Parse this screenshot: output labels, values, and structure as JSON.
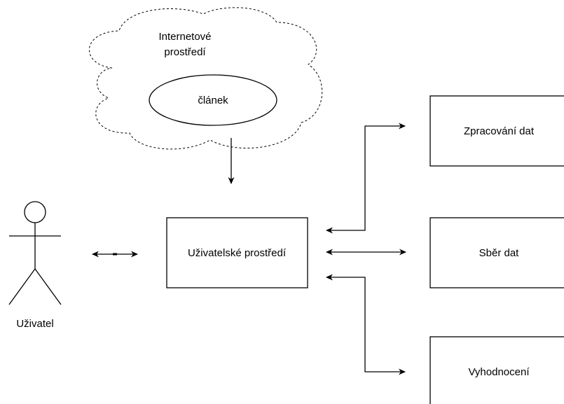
{
  "cloud": {
    "label_line1": "Internetové",
    "label_line2": "prostředí"
  },
  "article": {
    "label": "článek"
  },
  "user_environment": {
    "label": "Uživatelské prostředí"
  },
  "actor": {
    "label": "Uživatel"
  },
  "processing": {
    "label": "Zpracování dat"
  },
  "collection": {
    "label": "Sběr dat"
  },
  "evaluation": {
    "label": "Vyhodnocení"
  },
  "colors": {
    "stroke": "#000000",
    "fill": "#ffffff"
  }
}
